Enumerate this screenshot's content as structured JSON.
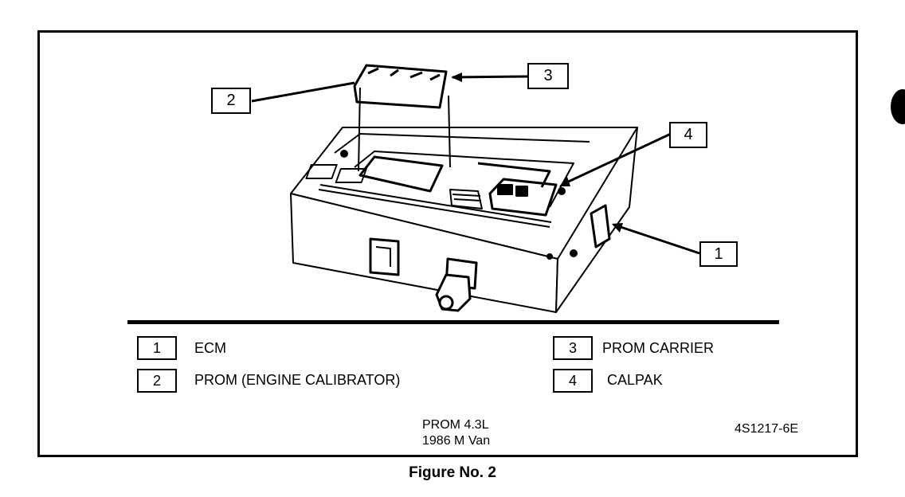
{
  "callouts": [
    {
      "number": "1",
      "label": "ECM"
    },
    {
      "number": "2",
      "label": "PROM (ENGINE CALIBRATOR)"
    },
    {
      "number": "3",
      "label": "PROM CARRIER"
    },
    {
      "number": "4",
      "label": "CALPAK"
    }
  ],
  "caption": {
    "line1": "PROM 4.3L",
    "line2": "1986 M Van",
    "code": "4S1217-6E"
  },
  "figure_title": "Figure No. 2"
}
